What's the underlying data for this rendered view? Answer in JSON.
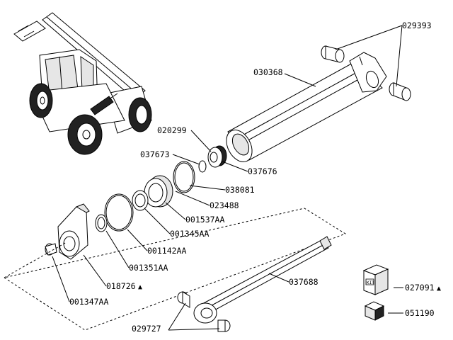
{
  "parts": [
    {
      "key": "p029393",
      "label": "029393"
    },
    {
      "key": "p030368",
      "label": "030368"
    },
    {
      "key": "p020299",
      "label": "020299"
    },
    {
      "key": "p037673",
      "label": "037673"
    },
    {
      "key": "p037676",
      "label": "037676"
    },
    {
      "key": "p038081",
      "label": "038081"
    },
    {
      "key": "p023488",
      "label": "023488"
    },
    {
      "key": "p001537",
      "label": "001537AA"
    },
    {
      "key": "p001345",
      "label": "001345AA"
    },
    {
      "key": "p001142",
      "label": "001142AA"
    },
    {
      "key": "p001351",
      "label": "001351AA"
    },
    {
      "key": "p018726",
      "label": "018726"
    },
    {
      "key": "p001347",
      "label": "001347AA"
    },
    {
      "key": "p037688",
      "label": "037688"
    },
    {
      "key": "p029727",
      "label": "029727"
    },
    {
      "key": "p027091",
      "label": "027091"
    },
    {
      "key": "p051190",
      "label": "051190"
    }
  ],
  "kit_label": "KIT",
  "marker_symbol": "▲"
}
